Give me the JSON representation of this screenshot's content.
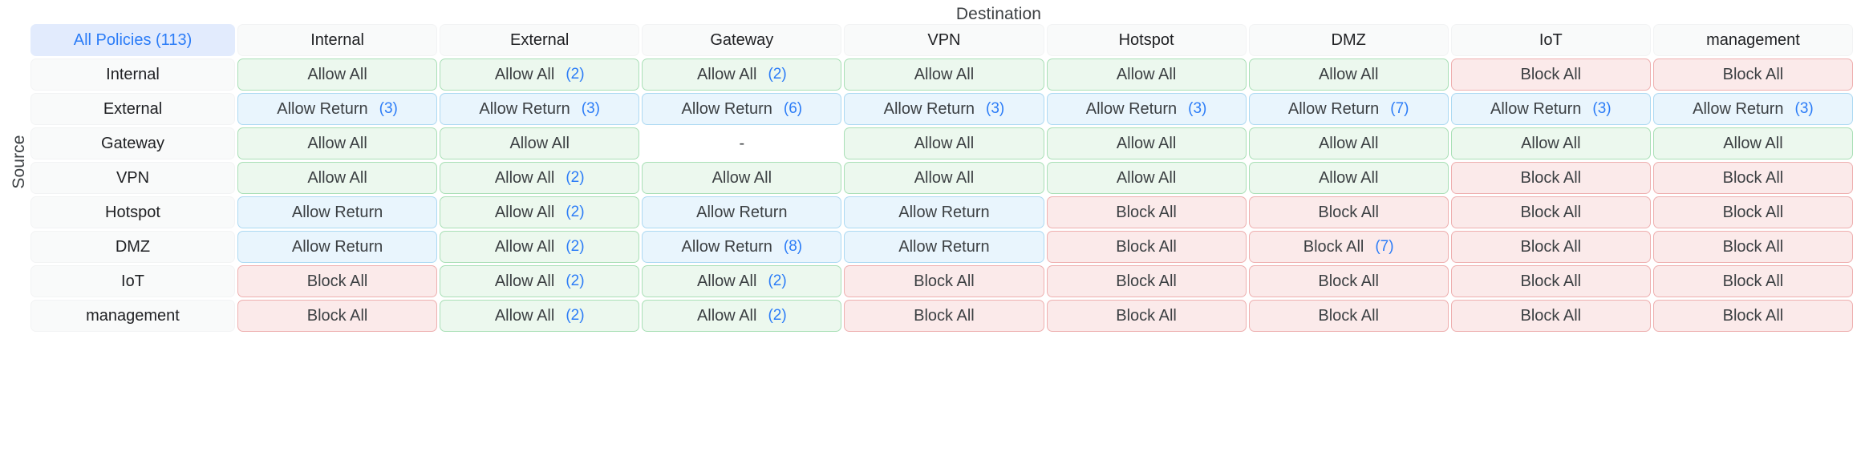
{
  "captions": {
    "destination": "Destination",
    "source": "Source"
  },
  "corner": {
    "label": "All Policies (113)",
    "total_policies": 113
  },
  "colors": {
    "accent": "#2b7cf7",
    "allow_all_bg": "#ecf8ee",
    "allow_all_border": "#a9dfb6",
    "allow_return_bg": "#e9f5fd",
    "allow_return_border": "#acd9f2",
    "block_all_bg": "#fbeaea",
    "block_all_border": "#eeafaf",
    "header_bg": "#f9fafa",
    "corner_bg": "#e2ebfd"
  },
  "columns": [
    "Internal",
    "External",
    "Gateway",
    "VPN",
    "Hotspot",
    "DMZ",
    "IoT",
    "management"
  ],
  "rows": [
    "Internal",
    "External",
    "Gateway",
    "VPN",
    "Hotspot",
    "DMZ",
    "IoT",
    "management"
  ],
  "chart_data": {
    "type": "heatmap",
    "title": "",
    "xlabel": "Destination",
    "ylabel": "Source",
    "categories_x": [
      "Internal",
      "External",
      "Gateway",
      "VPN",
      "Hotspot",
      "DMZ",
      "IoT",
      "management"
    ],
    "categories_y": [
      "Internal",
      "External",
      "Gateway",
      "VPN",
      "Hotspot",
      "DMZ",
      "IoT",
      "management"
    ],
    "legend": [
      "Allow All",
      "Allow Return",
      "Block All",
      "-"
    ],
    "cells": [
      [
        {
          "label": "Allow All",
          "count": "",
          "kind": "allow-all"
        },
        {
          "label": "Allow All",
          "count": "(2)",
          "kind": "allow-all"
        },
        {
          "label": "Allow All",
          "count": "(2)",
          "kind": "allow-all"
        },
        {
          "label": "Allow All",
          "count": "",
          "kind": "allow-all"
        },
        {
          "label": "Allow All",
          "count": "",
          "kind": "allow-all"
        },
        {
          "label": "Allow All",
          "count": "",
          "kind": "allow-all"
        },
        {
          "label": "Block All",
          "count": "",
          "kind": "block-all"
        },
        {
          "label": "Block All",
          "count": "",
          "kind": "block-all"
        }
      ],
      [
        {
          "label": "Allow Return",
          "count": "(3)",
          "kind": "allow-return"
        },
        {
          "label": "Allow Return",
          "count": "(3)",
          "kind": "allow-return"
        },
        {
          "label": "Allow Return",
          "count": "(6)",
          "kind": "allow-return"
        },
        {
          "label": "Allow Return",
          "count": "(3)",
          "kind": "allow-return"
        },
        {
          "label": "Allow Return",
          "count": "(3)",
          "kind": "allow-return"
        },
        {
          "label": "Allow Return",
          "count": "(7)",
          "kind": "allow-return"
        },
        {
          "label": "Allow Return",
          "count": "(3)",
          "kind": "allow-return"
        },
        {
          "label": "Allow Return",
          "count": "(3)",
          "kind": "allow-return"
        }
      ],
      [
        {
          "label": "Allow All",
          "count": "",
          "kind": "allow-all"
        },
        {
          "label": "Allow All",
          "count": "",
          "kind": "allow-all"
        },
        {
          "label": "-",
          "count": "",
          "kind": "none"
        },
        {
          "label": "Allow All",
          "count": "",
          "kind": "allow-all"
        },
        {
          "label": "Allow All",
          "count": "",
          "kind": "allow-all"
        },
        {
          "label": "Allow All",
          "count": "",
          "kind": "allow-all"
        },
        {
          "label": "Allow All",
          "count": "",
          "kind": "allow-all"
        },
        {
          "label": "Allow All",
          "count": "",
          "kind": "allow-all"
        }
      ],
      [
        {
          "label": "Allow All",
          "count": "",
          "kind": "allow-all"
        },
        {
          "label": "Allow All",
          "count": "(2)",
          "kind": "allow-all"
        },
        {
          "label": "Allow All",
          "count": "",
          "kind": "allow-all"
        },
        {
          "label": "Allow All",
          "count": "",
          "kind": "allow-all"
        },
        {
          "label": "Allow All",
          "count": "",
          "kind": "allow-all"
        },
        {
          "label": "Allow All",
          "count": "",
          "kind": "allow-all"
        },
        {
          "label": "Block All",
          "count": "",
          "kind": "block-all"
        },
        {
          "label": "Block All",
          "count": "",
          "kind": "block-all"
        }
      ],
      [
        {
          "label": "Allow Return",
          "count": "",
          "kind": "allow-return"
        },
        {
          "label": "Allow All",
          "count": "(2)",
          "kind": "allow-all"
        },
        {
          "label": "Allow Return",
          "count": "",
          "kind": "allow-return"
        },
        {
          "label": "Allow Return",
          "count": "",
          "kind": "allow-return"
        },
        {
          "label": "Block All",
          "count": "",
          "kind": "block-all"
        },
        {
          "label": "Block All",
          "count": "",
          "kind": "block-all"
        },
        {
          "label": "Block All",
          "count": "",
          "kind": "block-all"
        },
        {
          "label": "Block All",
          "count": "",
          "kind": "block-all"
        }
      ],
      [
        {
          "label": "Allow Return",
          "count": "",
          "kind": "allow-return"
        },
        {
          "label": "Allow All",
          "count": "(2)",
          "kind": "allow-all"
        },
        {
          "label": "Allow Return",
          "count": "(8)",
          "kind": "allow-return"
        },
        {
          "label": "Allow Return",
          "count": "",
          "kind": "allow-return"
        },
        {
          "label": "Block All",
          "count": "",
          "kind": "block-all"
        },
        {
          "label": "Block All",
          "count": "(7)",
          "kind": "block-all"
        },
        {
          "label": "Block All",
          "count": "",
          "kind": "block-all"
        },
        {
          "label": "Block All",
          "count": "",
          "kind": "block-all"
        }
      ],
      [
        {
          "label": "Block All",
          "count": "",
          "kind": "block-all"
        },
        {
          "label": "Allow All",
          "count": "(2)",
          "kind": "allow-all"
        },
        {
          "label": "Allow All",
          "count": "(2)",
          "kind": "allow-all"
        },
        {
          "label": "Block All",
          "count": "",
          "kind": "block-all"
        },
        {
          "label": "Block All",
          "count": "",
          "kind": "block-all"
        },
        {
          "label": "Block All",
          "count": "",
          "kind": "block-all"
        },
        {
          "label": "Block All",
          "count": "",
          "kind": "block-all"
        },
        {
          "label": "Block All",
          "count": "",
          "kind": "block-all"
        }
      ],
      [
        {
          "label": "Block All",
          "count": "",
          "kind": "block-all"
        },
        {
          "label": "Allow All",
          "count": "(2)",
          "kind": "allow-all"
        },
        {
          "label": "Allow All",
          "count": "(2)",
          "kind": "allow-all"
        },
        {
          "label": "Block All",
          "count": "",
          "kind": "block-all"
        },
        {
          "label": "Block All",
          "count": "",
          "kind": "block-all"
        },
        {
          "label": "Block All",
          "count": "",
          "kind": "block-all"
        },
        {
          "label": "Block All",
          "count": "",
          "kind": "block-all"
        },
        {
          "label": "Block All",
          "count": "",
          "kind": "block-all"
        }
      ]
    ]
  }
}
